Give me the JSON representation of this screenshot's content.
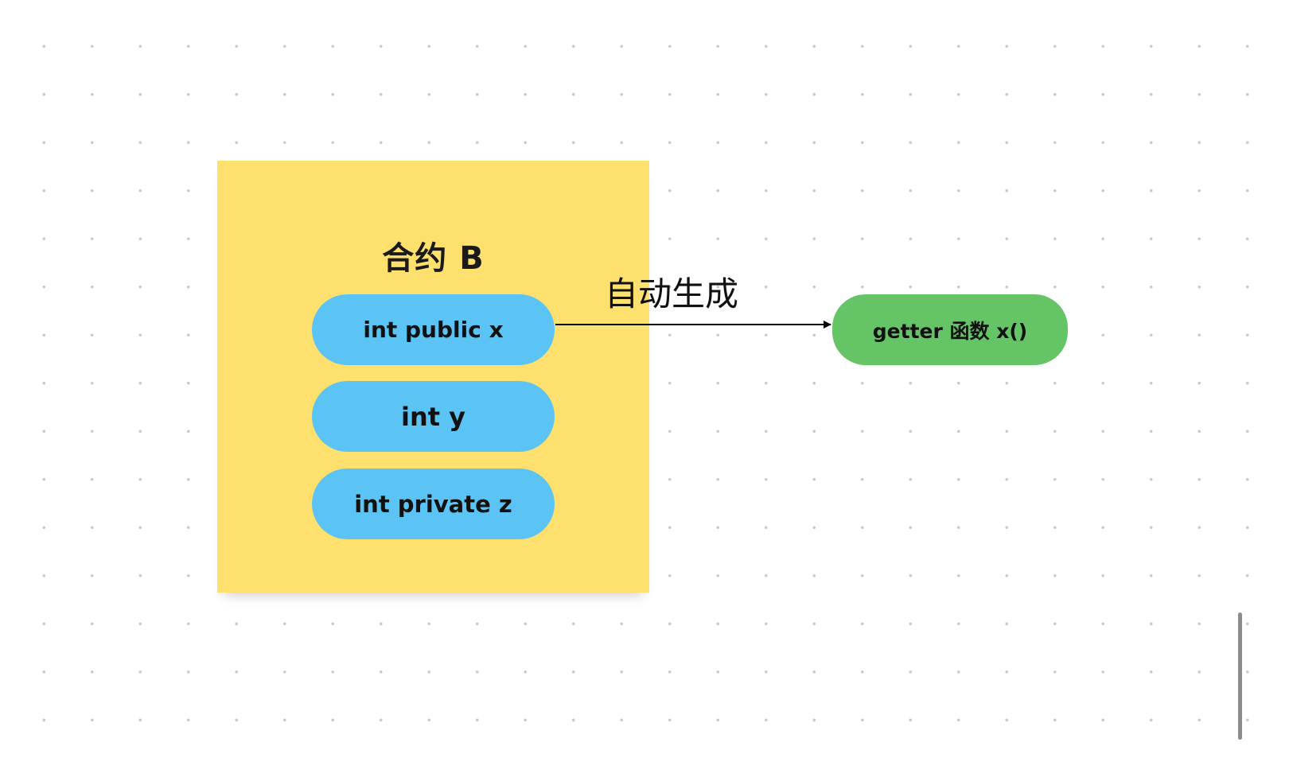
{
  "diagram": {
    "container": {
      "title": "合约 B",
      "color": "#fde06d",
      "items": [
        {
          "label": "int public x"
        },
        {
          "label": "int y"
        },
        {
          "label": "int private z"
        }
      ],
      "item_color": "#5bc4f5"
    },
    "edge": {
      "label": "自动生成",
      "from": "int public x",
      "to": "getter 函数 x()"
    },
    "target": {
      "label": "getter 函数 x()",
      "color": "#65c466"
    }
  }
}
